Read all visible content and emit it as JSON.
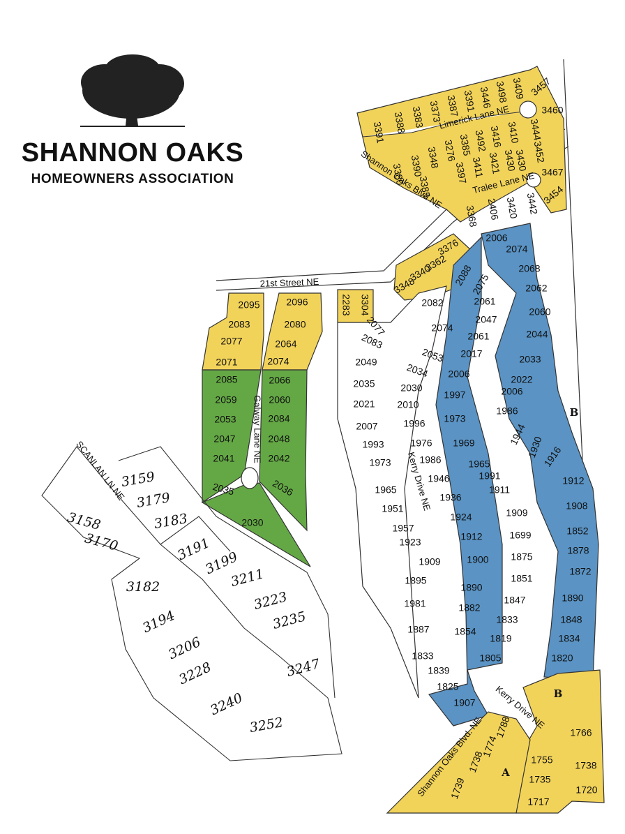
{
  "organization": {
    "name": "SHANNON OAKS",
    "subtitle": "HOMEOWNERS ASSOCIATION",
    "logo_icon": "oak-tree-icon"
  },
  "colors": {
    "yellow": "#f2d35a",
    "blue": "#5a93c4",
    "green": "#64a845",
    "white": "#ffffff",
    "outline": "#333333"
  },
  "streets": {
    "limerick": "Limerick Lane NE",
    "shannon_north": "Shannon Oaks Blvd NE",
    "tralee": "Tralee Lane NE",
    "twentyfirst": "21st Street NE",
    "galway": "Galway Lane NE",
    "scanlan": "SCANLAN LN NE",
    "kerry": "Kerry Drive NE",
    "kerry_south": "Kerry Drive NE",
    "shannon_south": "Shannon Oaks Blvd. NE"
  },
  "section_labels": {
    "b_east": "B",
    "b_south": "B",
    "a_south": "A"
  },
  "lots": {
    "north_upper": [
      "3391",
      "3388",
      "3383",
      "3373",
      "3387",
      "3391",
      "3446",
      "3498",
      "3409",
      "3457",
      "3460"
    ],
    "north_lower": [
      "3390",
      "3348",
      "3276",
      "3385",
      "3492",
      "3416",
      "3410",
      "3444",
      "3430",
      "3452"
    ],
    "tralee_area": [
      "3380",
      "3385",
      "3397",
      "3411",
      "3421",
      "3430",
      "3467",
      "3454",
      "3442",
      "3420",
      "2406",
      "3368"
    ],
    "mid_yellow": [
      "3376",
      "3362",
      "3340",
      "3348",
      "2088"
    ],
    "galway_yellow": [
      "2095",
      "2083",
      "2077",
      "2071",
      "2096",
      "2080",
      "2064",
      "2074"
    ],
    "galway_green": [
      "2085",
      "2059",
      "2053",
      "2047",
      "2041",
      "2066",
      "2060",
      "2084",
      "2048",
      "2042",
      "2035",
      "2036",
      "2030"
    ],
    "center_yellow": [
      "2283",
      "3304"
    ],
    "center_white": [
      "2077",
      "2083",
      "2049",
      "2035",
      "2021",
      "2007",
      "1993",
      "1973",
      "2082",
      "2074",
      "2053",
      "2034",
      "2030",
      "2010",
      "1996",
      "1976",
      "1986",
      "1946",
      "1936",
      "1924",
      "1912",
      "1900",
      "1890",
      "1882",
      "1854",
      "1965",
      "1951",
      "1957",
      "1923",
      "1909",
      "1895",
      "1981",
      "1887",
      "1833",
      "1839"
    ],
    "blue_inner": [
      "2075",
      "2061",
      "2047",
      "2061",
      "2017",
      "2006",
      "1997",
      "1973",
      "1969",
      "1965",
      "1991",
      "1911",
      "1909",
      "1699",
      "1875",
      "1851",
      "1847",
      "1833",
      "1819",
      "1805",
      "1825",
      "1907"
    ],
    "blue_outer": [
      "2006",
      "2074",
      "2068",
      "2062",
      "2060",
      "2044",
      "2033",
      "2022",
      "2006",
      "1986",
      "1944",
      "1930",
      "1916",
      "1912",
      "1908",
      "1852",
      "1878",
      "1872",
      "1890",
      "1848",
      "1834",
      "1820"
    ],
    "scanlan_lots": [
      "3158",
      "3170",
      "3159",
      "3179",
      "3183",
      "3191",
      "3199",
      "3211",
      "3223",
      "3235",
      "3247",
      "3182",
      "3194",
      "3206",
      "3228",
      "3240",
      "3252"
    ],
    "south_yellow": [
      "1788",
      "1774",
      "1738",
      "1739",
      "1755",
      "1735",
      "1717",
      "1766",
      "1738",
      "1720"
    ]
  }
}
